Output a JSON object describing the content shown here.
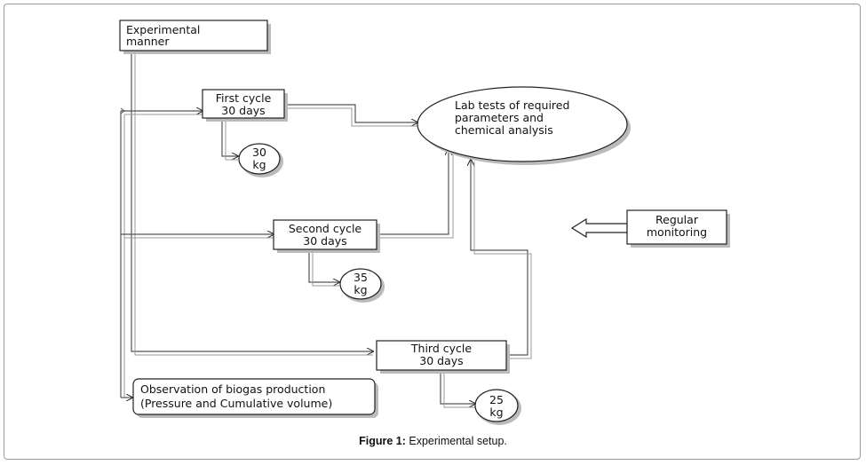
{
  "nodes": {
    "experimental_manner": {
      "lines": [
        "Experimental",
        "manner"
      ]
    },
    "first_cycle": {
      "lines": [
        "First cycle",
        "30 days"
      ]
    },
    "second_cycle": {
      "lines": [
        "Second cycle",
        "30 days"
      ]
    },
    "third_cycle": {
      "lines": [
        "Third cycle",
        "30 days"
      ]
    },
    "lab_tests": {
      "lines": [
        "Lab tests of required",
        "parameters and",
        "chemical analysis"
      ]
    },
    "regular_monitoring": {
      "lines": [
        "Regular",
        "monitoring"
      ]
    },
    "observation": {
      "lines": [
        "Observation of biogas production",
        "(Pressure and Cumulative volume)"
      ]
    },
    "weight_first": {
      "lines": [
        "30",
        "kg"
      ]
    },
    "weight_second": {
      "lines": [
        "35",
        "kg"
      ]
    },
    "weight_third": {
      "lines": [
        "25",
        "kg"
      ]
    }
  },
  "caption": {
    "label": "Figure 1:",
    "text": " Experimental setup."
  }
}
